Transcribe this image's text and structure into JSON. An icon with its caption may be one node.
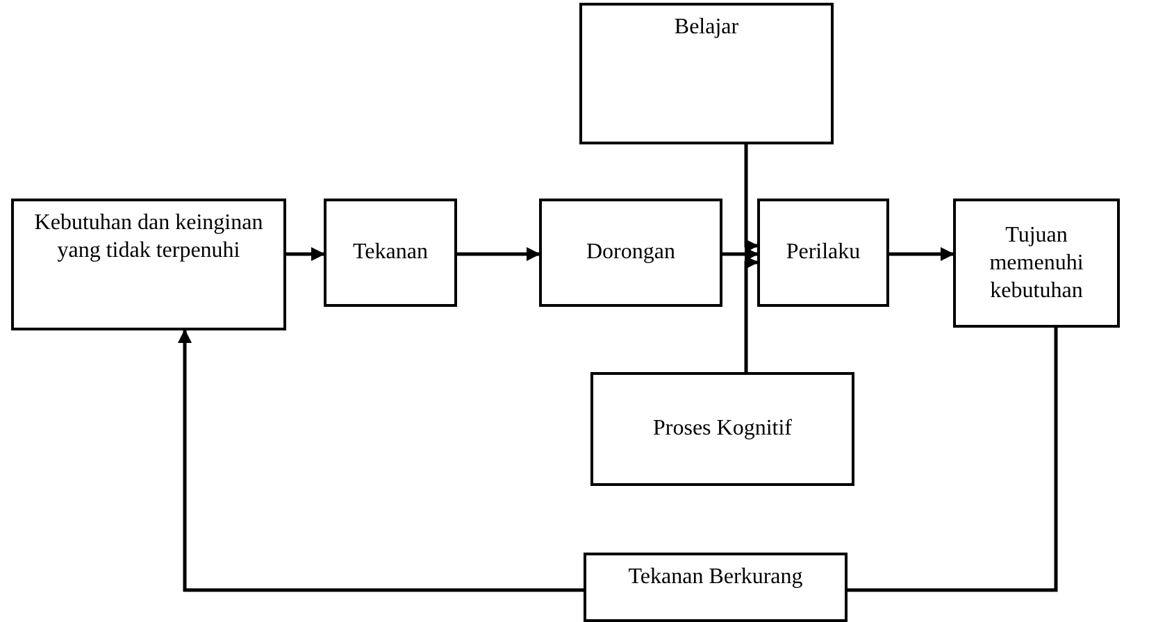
{
  "diagram": {
    "nodes": [
      {
        "text": [
          "Kebutuhan dan keinginan yang tidak terpenuhi"
        ]
      },
      {
        "text": [
          "Tekanan"
        ]
      },
      {
        "text": [
          "Dorongan"
        ]
      },
      {
        "text": [
          "Belajar"
        ]
      },
      {
        "text": [
          "Perilaku"
        ]
      },
      {
        "text": [
          "Tujuan memenuhi kebutuhan"
        ]
      },
      {
        "text": [
          "Proses Kognitif"
        ]
      },
      {
        "text": [
          "Tekanan Berkurang"
        ]
      }
    ],
    "edges": [
      {
        "from": 0,
        "to": 1,
        "arrow": "to"
      },
      {
        "from": 1,
        "to": 2,
        "arrow": "to"
      },
      {
        "from": 2,
        "to": 4,
        "arrow": "to"
      },
      {
        "from": 3,
        "to": 4,
        "arrow": "to"
      },
      {
        "from": 6,
        "to": 4,
        "arrow": "to"
      },
      {
        "from": 4,
        "to": 5,
        "arrow": "to"
      },
      {
        "from": 5,
        "to": 7,
        "arrow": "none"
      },
      {
        "from": 7,
        "to": 0,
        "arrow": "to"
      }
    ]
  }
}
